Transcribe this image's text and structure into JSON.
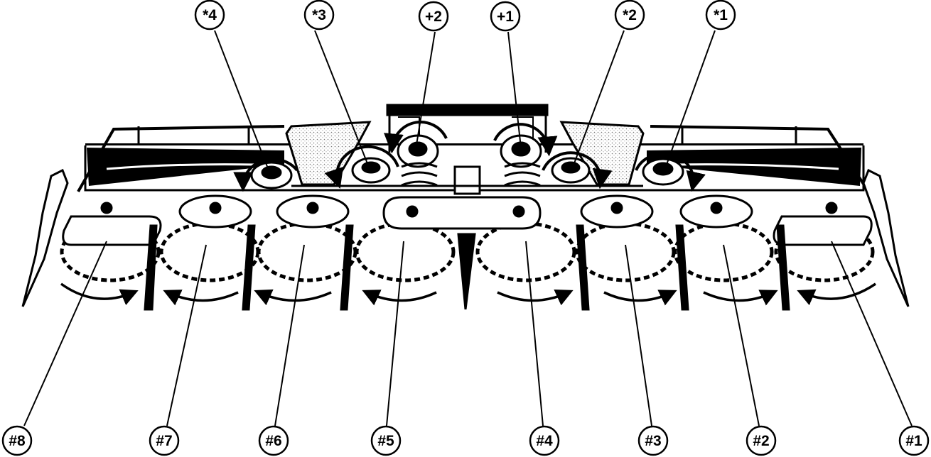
{
  "callouts_top": [
    {
      "label": "*4"
    },
    {
      "label": "*3"
    },
    {
      "label": "+2"
    },
    {
      "label": "+1"
    },
    {
      "label": "*2"
    },
    {
      "label": "*1"
    }
  ],
  "callouts_bottom": [
    {
      "label": "#8"
    },
    {
      "label": "#7"
    },
    {
      "label": "#6"
    },
    {
      "label": "#5"
    },
    {
      "label": "#4"
    },
    {
      "label": "#3"
    },
    {
      "label": "#2"
    },
    {
      "label": "#1"
    }
  ],
  "colors": {
    "ink": "#000000",
    "paper": "#ffffff",
    "stipple": "#bbbbbb"
  }
}
